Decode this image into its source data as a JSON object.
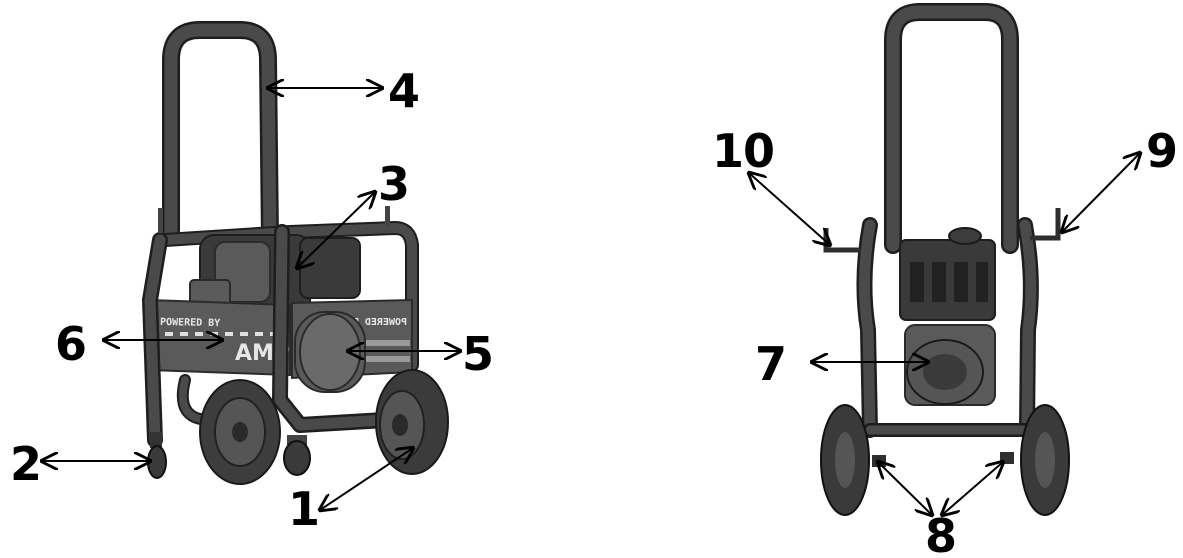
{
  "diagram": {
    "callouts": [
      {
        "id": "1",
        "label": "1"
      },
      {
        "id": "2",
        "label": "2"
      },
      {
        "id": "3",
        "label": "3"
      },
      {
        "id": "4",
        "label": "4"
      },
      {
        "id": "5",
        "label": "5"
      },
      {
        "id": "6",
        "label": "6"
      },
      {
        "id": "7",
        "label": "7"
      },
      {
        "id": "8",
        "label": "8"
      },
      {
        "id": "9",
        "label": "9"
      },
      {
        "id": "10",
        "label": "10"
      }
    ],
    "panel_text_left": "POWERED BY",
    "panel_text_right": "POWERED BY",
    "logo_text": "AMP",
    "colors": {
      "frame": "#4a4a4a",
      "edge": "#1e1e1e",
      "arrow": "#000000"
    }
  }
}
